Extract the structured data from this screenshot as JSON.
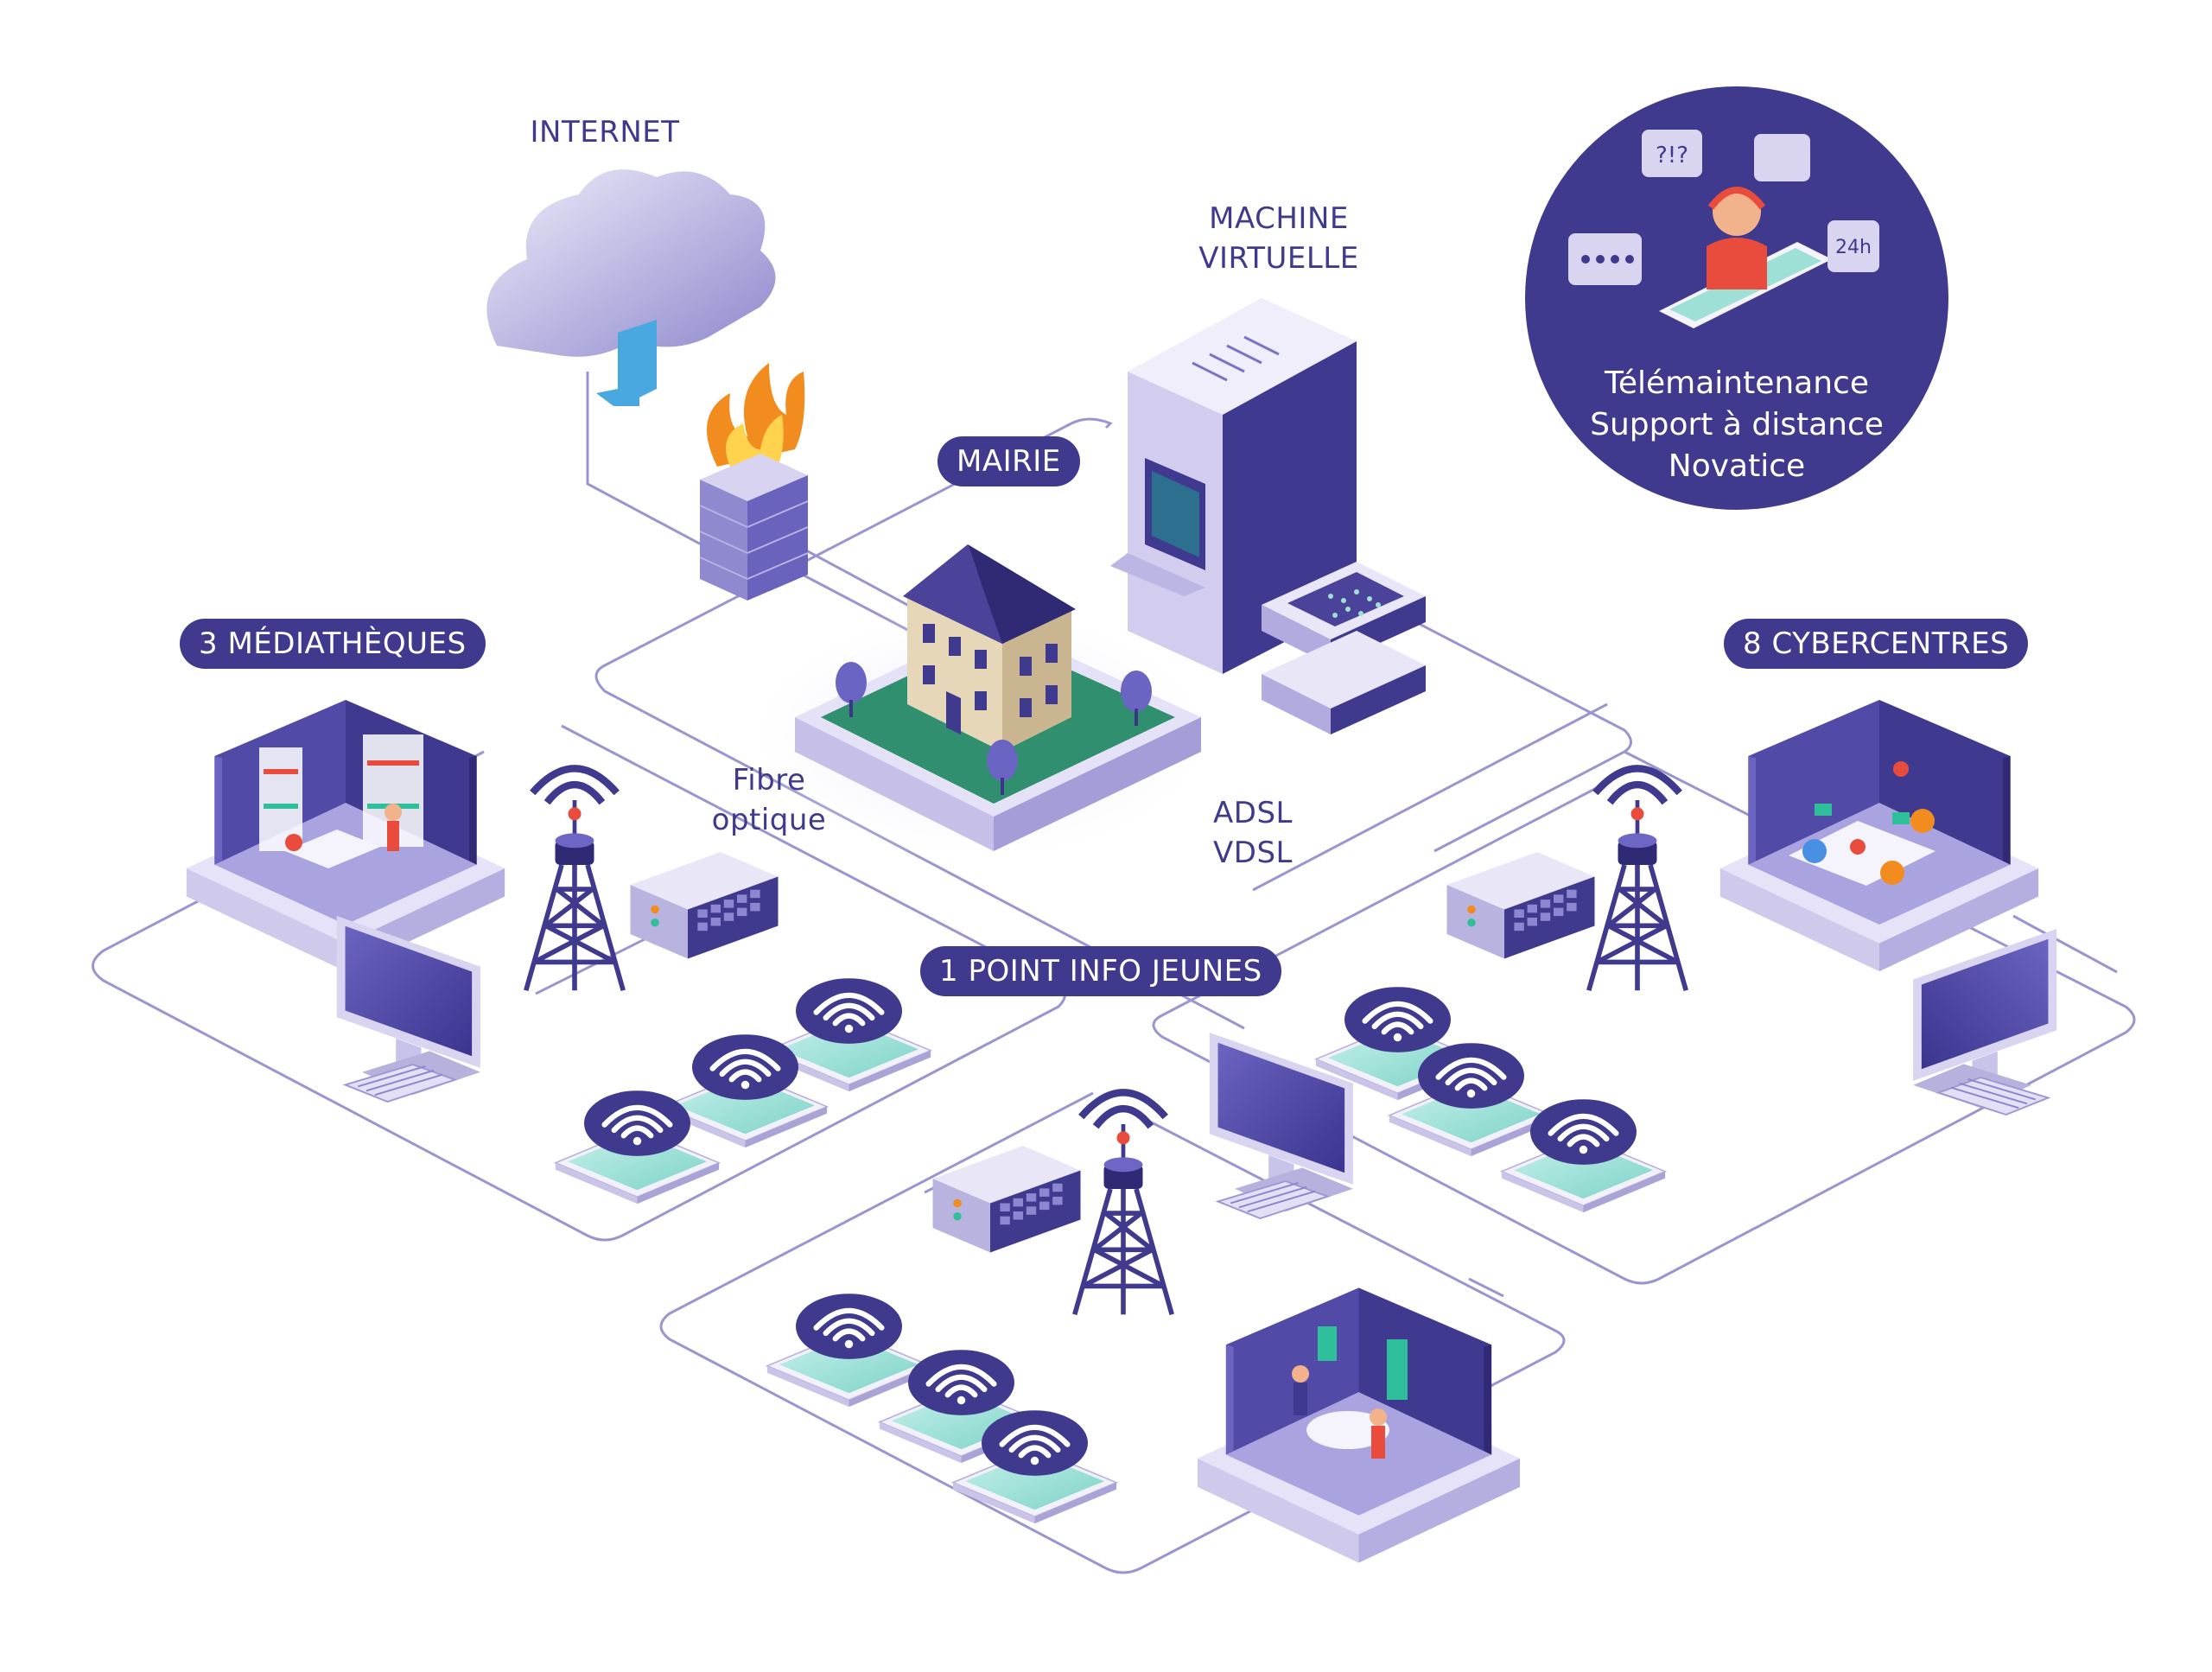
{
  "labels": {
    "internet": "INTERNET",
    "machine_line1": "MACHINE",
    "machine_line2": "VIRTUELLE",
    "mairie": "MAIRIE",
    "mediatheques": "3 MÉDIATHÈQUES",
    "cybercentres": "8 CYBERCENTRES",
    "point_info": "1 POINT INFO JEUNES",
    "fibre_line1": "Fibre",
    "fibre_line2": "optique",
    "adsl_line1": "ADSL",
    "adsl_line2": "VDSL"
  },
  "support": {
    "line1": "Télémaintenance",
    "line2": "Support à distance",
    "line3": "Novatice",
    "bubble_24h": "24h",
    "bubble_q": "?!?"
  },
  "colors": {
    "navy": "#403a8e",
    "lavender": "#c9c3ea",
    "lilac_light": "#e8e4f7",
    "teal": "#9fe0d6",
    "grass": "#2f8f6e",
    "fire": "#f28c1e",
    "arrow": "#4aa8e0"
  }
}
